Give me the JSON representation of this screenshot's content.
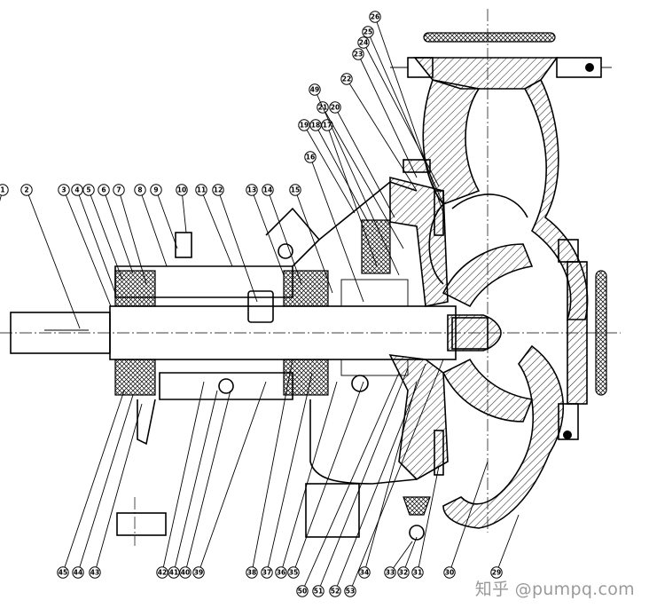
{
  "watermark": "知乎 @pumpq.com",
  "balloons": [
    "1",
    "2",
    "3",
    "4",
    "5",
    "6",
    "7",
    "8",
    "9",
    "10",
    "11",
    "12",
    "13",
    "14",
    "15",
    "16",
    "17",
    "18",
    "19",
    "20",
    "21",
    "22",
    "23",
    "24",
    "25",
    "26",
    "29",
    "30",
    "31",
    "32",
    "33",
    "34",
    "35",
    "36",
    "37",
    "38",
    "39",
    "40",
    "41",
    "42",
    "43",
    "44",
    "45",
    "49",
    "50",
    "51",
    "52",
    "53"
  ],
  "line_color": "#000000",
  "watermark_color": "#9a9a9a"
}
